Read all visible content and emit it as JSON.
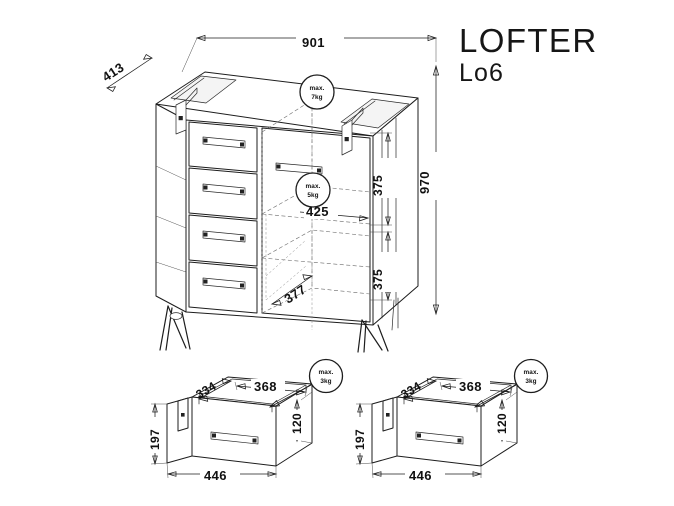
{
  "product": {
    "name": "LOFTER",
    "code": "Lo6",
    "type": "sideboard-assembly-drawing"
  },
  "main_view": {
    "label": "cabinet-isometric",
    "dimensions": {
      "width": "901",
      "depth": "413",
      "height": "970",
      "interior_shelf_upper": "375",
      "interior_shelf_lower": "375",
      "interior_width": "425",
      "interior_depth": "377"
    },
    "load_badges": [
      {
        "id": "top",
        "line1": "max.",
        "line2": "7kg"
      },
      {
        "id": "shelf",
        "line1": "max.",
        "line2": "5kg"
      }
    ],
    "drawer_count": 4,
    "door_count": 1,
    "leg_count": 4
  },
  "detail_views": [
    {
      "id": "drawer-detail-left",
      "label": "drawer-assembly",
      "dimensions": {
        "inner_width": "368",
        "inner_depth": "334",
        "front_height": "197",
        "box_height": "120",
        "outer_width": "446"
      },
      "load_badge": {
        "line1": "max.",
        "line2": "3kg"
      }
    },
    {
      "id": "drawer-detail-right",
      "label": "drawer-assembly",
      "dimensions": {
        "inner_width": "368",
        "inner_depth": "334",
        "front_height": "197",
        "box_height": "120",
        "outer_width": "446"
      },
      "load_badge": {
        "line1": "max.",
        "line2": "3kg"
      }
    }
  ],
  "colors": {
    "background": "#ffffff",
    "line": "#1d1d1d",
    "hidden_line": "#6a6a6a",
    "text": "#111111"
  }
}
